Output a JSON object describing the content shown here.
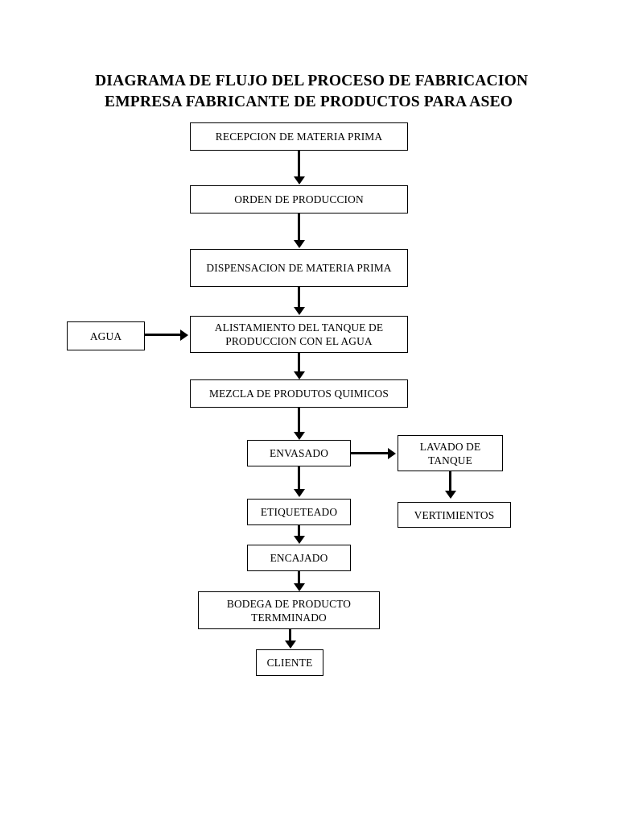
{
  "document": {
    "title_lines": [
      "DIAGRAMA DE FLUJO DEL PROCESO DE FABRICACION",
      "EMPRESA FABRICANTE DE PRODUCTOS PARA ASEO"
    ]
  },
  "diagram": {
    "type": "flowchart",
    "orientation": "top-to-bottom",
    "colors": {
      "background": "#ffffff",
      "stroke": "#000000",
      "text": "#000000",
      "node_fill": "#ffffff"
    },
    "nodes": [
      {
        "id": "recepcion",
        "label": "RECEPCION DE MATERIA PRIMA"
      },
      {
        "id": "orden",
        "label": "ORDEN DE PRODUCCION"
      },
      {
        "id": "dispensacion",
        "label": "DISPENSACION DE MATERIA PRIMA"
      },
      {
        "id": "agua",
        "label": "AGUA"
      },
      {
        "id": "alistamiento",
        "label": "ALISTAMIENTO DEL TANQUE DE PRODUCCION CON EL AGUA"
      },
      {
        "id": "mezcla",
        "label": "MEZCLA DE PRODUTOS QUIMICOS"
      },
      {
        "id": "envasado",
        "label": "ENVASADO"
      },
      {
        "id": "lavado",
        "label": "LAVADO DE TANQUE"
      },
      {
        "id": "vertimientos",
        "label": "VERTIMIENTOS"
      },
      {
        "id": "etiqueteado",
        "label": "ETIQUETEADO"
      },
      {
        "id": "encajado",
        "label": "ENCAJADO"
      },
      {
        "id": "bodega",
        "label": "BODEGA DE PRODUCTO TERMMINADO"
      },
      {
        "id": "cliente",
        "label": "CLIENTE"
      }
    ],
    "edges": [
      {
        "from": "recepcion",
        "to": "orden",
        "direction": "down"
      },
      {
        "from": "orden",
        "to": "dispensacion",
        "direction": "down"
      },
      {
        "from": "dispensacion",
        "to": "alistamiento",
        "direction": "down"
      },
      {
        "from": "agua",
        "to": "alistamiento",
        "direction": "right"
      },
      {
        "from": "alistamiento",
        "to": "mezcla",
        "direction": "down"
      },
      {
        "from": "mezcla",
        "to": "envasado",
        "direction": "down"
      },
      {
        "from": "envasado",
        "to": "lavado",
        "direction": "right"
      },
      {
        "from": "lavado",
        "to": "vertimientos",
        "direction": "down"
      },
      {
        "from": "envasado",
        "to": "etiqueteado",
        "direction": "down"
      },
      {
        "from": "etiqueteado",
        "to": "encajado",
        "direction": "down"
      },
      {
        "from": "encajado",
        "to": "bodega",
        "direction": "down"
      },
      {
        "from": "bodega",
        "to": "cliente",
        "direction": "down"
      }
    ]
  }
}
